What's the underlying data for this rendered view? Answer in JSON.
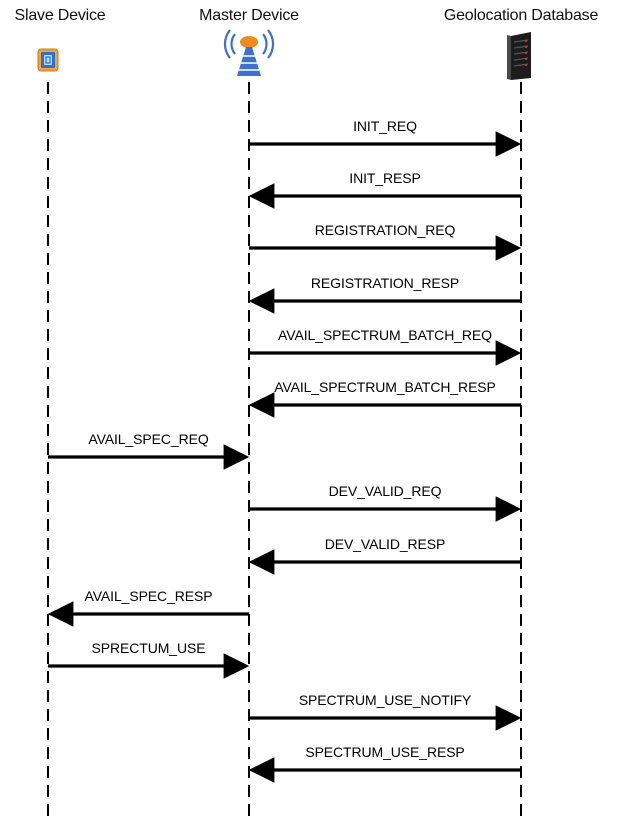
{
  "actors": [
    {
      "id": "slave",
      "label": "Slave Device",
      "icon": "tablet-icon"
    },
    {
      "id": "master",
      "label": "Master Device",
      "icon": "antenna-tower-icon"
    },
    {
      "id": "db",
      "label": "Geolocation Database",
      "icon": "server-rack-icon"
    }
  ],
  "messages": [
    {
      "label": "INIT_REQ",
      "from": "master",
      "to": "db"
    },
    {
      "label": "INIT_RESP",
      "from": "db",
      "to": "master"
    },
    {
      "label": "REGISTRATION_REQ",
      "from": "master",
      "to": "db"
    },
    {
      "label": "REGISTRATION_RESP",
      "from": "db",
      "to": "master"
    },
    {
      "label": "AVAIL_SPECTRUM_BATCH_REQ",
      "from": "master",
      "to": "db"
    },
    {
      "label": "AVAIL_SPECTRUM_BATCH_RESP",
      "from": "db",
      "to": "master"
    },
    {
      "label": "AVAIL_SPEC_REQ",
      "from": "slave",
      "to": "master"
    },
    {
      "label": "DEV_VALID_REQ",
      "from": "master",
      "to": "db"
    },
    {
      "label": "DEV_VALID_RESP",
      "from": "db",
      "to": "master"
    },
    {
      "label": "AVAIL_SPEC_RESP",
      "from": "master",
      "to": "slave"
    },
    {
      "label": "SPRECTUM_USE",
      "from": "slave",
      "to": "master"
    },
    {
      "label": "SPECTRUM_USE_NOTIFY",
      "from": "master",
      "to": "db"
    },
    {
      "label": "SPECTRUM_USE_RESP",
      "from": "db",
      "to": "master"
    }
  ],
  "colors": {
    "line": "#000000",
    "tablet": "#f2a23a",
    "tablet_screen": "#2a73c8",
    "tower": "#3b6fd0",
    "signal": "#f08a1c",
    "server": "#1c1c1c",
    "server_led": "#d8332a"
  }
}
